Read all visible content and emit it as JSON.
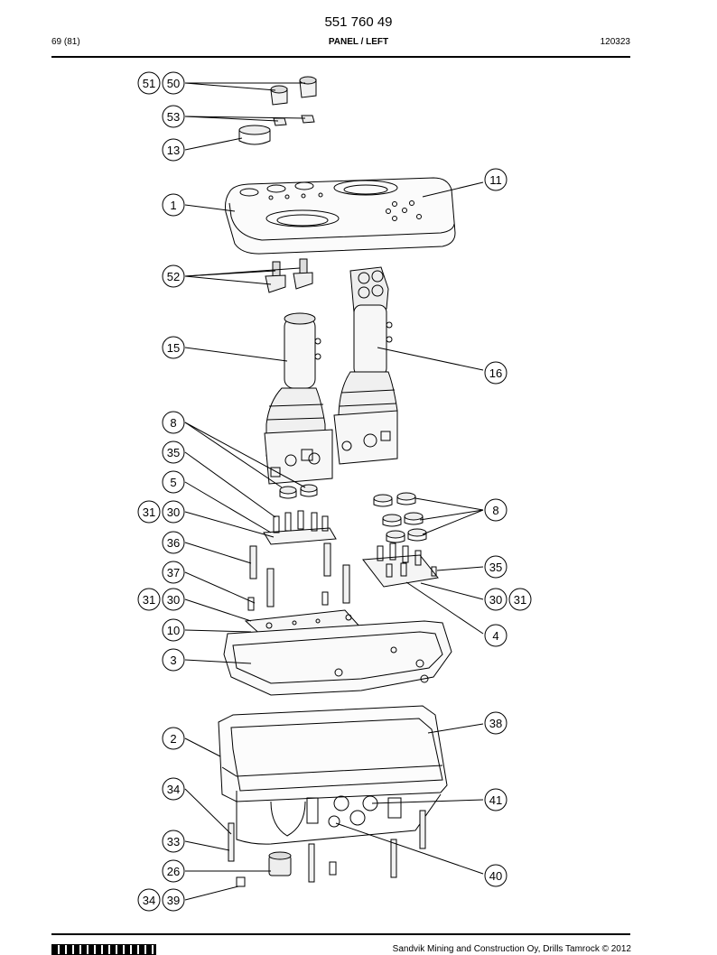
{
  "header": {
    "doc_number": "551 760 49",
    "page_ref": "69 (81)",
    "section_title": "PANEL / LEFT",
    "doc_date": "120323"
  },
  "footer": {
    "copyright": "Sandvik Mining and Construction Oy, Drills Tamrock © 2012"
  },
  "callouts": [
    "51",
    "50",
    "53",
    "13",
    "11",
    "1",
    "52",
    "15",
    "16",
    "8",
    "35",
    "5",
    "31",
    "30",
    "8",
    "36",
    "35",
    "37",
    "31",
    "30",
    "30",
    "31",
    "10",
    "4",
    "3",
    "38",
    "2",
    "34",
    "41",
    "33",
    "26",
    "40",
    "34",
    "39"
  ]
}
